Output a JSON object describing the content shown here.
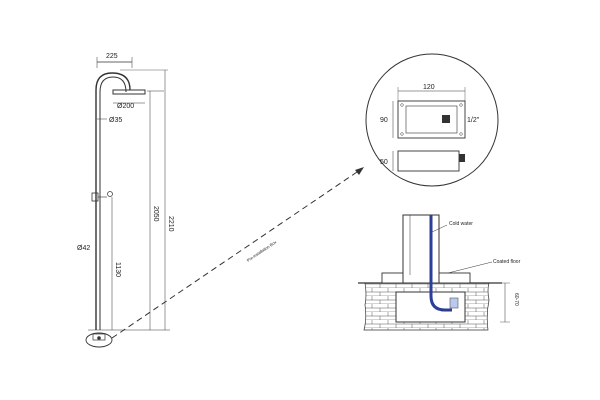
{
  "shower": {
    "width_label": "225",
    "head_diameter_label": "Ø200",
    "pipe_diameter_label": "Ø35",
    "height_head_label": "2050",
    "height_total_label": "2210",
    "column_diameter_label": "Ø42",
    "valve_height_label": "1130"
  },
  "install_note": "Pre-installation Box",
  "box_detail": {
    "width_label": "120",
    "height_label": "90",
    "thread_label": "1/2\"",
    "depth_label": "50"
  },
  "section": {
    "cold_water_label": "Cold water",
    "coated_floor_label": "Coated floor",
    "depth_label": "60-70"
  },
  "colors": {
    "line": "#333333",
    "water_pipe": "#2a3e9a",
    "valve": "#b9c9ef"
  }
}
